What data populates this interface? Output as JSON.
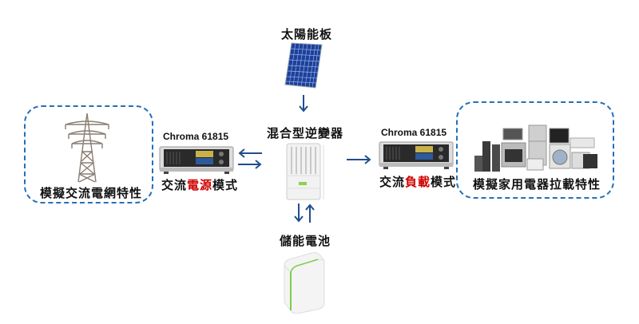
{
  "solar": {
    "label": "太陽能板"
  },
  "inverter": {
    "label": "混合型逆變器"
  },
  "battery": {
    "label": "儲能電池"
  },
  "grid": {
    "label": "模擬交流電網特性"
  },
  "appliances": {
    "label": "模擬家用電器拉載特性"
  },
  "source_device": {
    "model": "Chroma 61815",
    "mode_prefix": "交流",
    "mode_highlight": "電源",
    "mode_suffix": "模式"
  },
  "load_device": {
    "model": "Chroma 61815",
    "mode_prefix": "交流",
    "mode_highlight": "負載",
    "mode_suffix": "模式"
  },
  "colors": {
    "arrow": "#1f4e8c",
    "dash": "#2470b8",
    "highlight": "#d00000"
  }
}
